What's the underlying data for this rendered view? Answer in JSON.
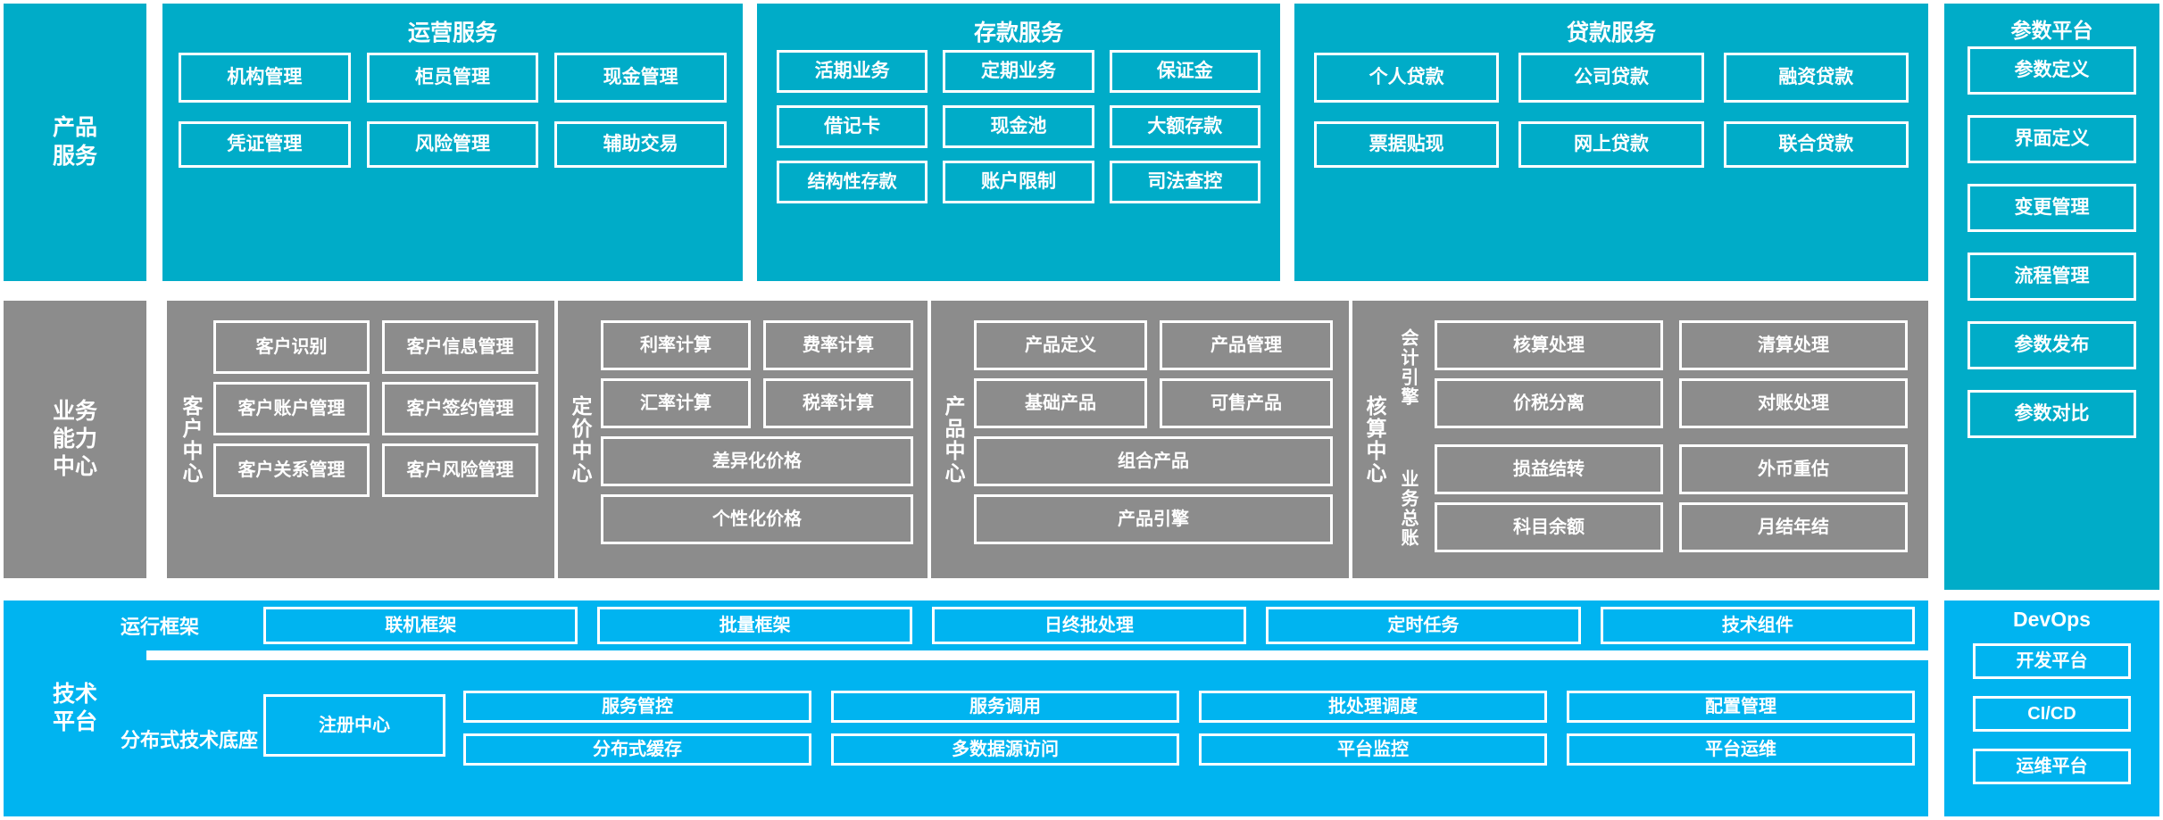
{
  "diagram": {
    "colors": {
      "teal": "#00ACC8",
      "gray": "#8C8C8C",
      "bright_cyan": "#00B4F0",
      "tile_border": "#FFFFFF",
      "text": "#FFFFFF",
      "background": "#FFFFFF"
    }
  },
  "rows": [
    {
      "id": "product-services",
      "side_label": "产品\n服务",
      "side_label_line1": "产品",
      "side_label_line2": "服务",
      "panels": [
        {
          "id": "operation-services",
          "title": "运营服务",
          "tiles": [
            "机构管理",
            "柜员管理",
            "现金管理",
            "凭证管理",
            "风险管理",
            "辅助交易"
          ]
        },
        {
          "id": "deposit-services",
          "title": "存款服务",
          "tiles": [
            "活期业务",
            "定期业务",
            "保证金",
            "借记卡",
            "现金池",
            "大额存款",
            "结构性存款",
            "账户限制",
            "司法查控"
          ]
        },
        {
          "id": "loan-services",
          "title": "贷款服务",
          "tiles": [
            "个人贷款",
            "公司贷款",
            "融资贷款",
            "票据贴现",
            "网上贷款",
            "联合贷款"
          ]
        }
      ]
    },
    {
      "id": "business-capability-center",
      "side_label_line1": "业务",
      "side_label_line2": "能力",
      "side_label_line3": "中心",
      "panels": [
        {
          "id": "customer-center",
          "vlabel": "客户中心",
          "tiles": [
            "客户识别",
            "客户信息管理",
            "客户账户管理",
            "客户签约管理",
            "客户关系管理",
            "客户风险管理"
          ]
        },
        {
          "id": "pricing-center",
          "vlabel": "定价中心",
          "tiles_top": [
            "利率计算",
            "费率计算",
            "汇率计算",
            "税率计算"
          ],
          "tiles_wide": [
            "差异化价格",
            "个性化价格"
          ]
        },
        {
          "id": "product-center",
          "vlabel": "产品中心",
          "tiles_top": [
            "产品定义",
            "产品管理",
            "基础产品",
            "可售产品"
          ],
          "tiles_wide": [
            "组合产品",
            "产品引擎"
          ]
        },
        {
          "id": "accounting-center",
          "vlabel": "核算中心",
          "sub_groups": [
            {
              "vlabel": "会计引擎",
              "tiles": [
                "核算处理",
                "清算处理",
                "价税分离",
                "对账处理"
              ]
            },
            {
              "vlabel": "业务总账",
              "tiles": [
                "损益结转",
                "外币重估",
                "科目余额",
                "月结年结"
              ]
            }
          ]
        }
      ]
    },
    {
      "id": "technology-platform",
      "side_label_line1": "技术",
      "side_label_line2": "平台",
      "run_framework": {
        "label": "运行框架",
        "tiles": [
          "联机框架",
          "批量框架",
          "日终批处理",
          "定时任务",
          "技术组件"
        ]
      },
      "distributed_base": {
        "label": "分布式技术底座",
        "anchor_tile": "注册中心",
        "tiles_row1": [
          "服务管控",
          "服务调用",
          "批处理调度",
          "配置管理"
        ],
        "tiles_row2": [
          "分布式缓存",
          "多数据源访问",
          "平台监控",
          "平台运维"
        ]
      }
    }
  ],
  "right_columns": [
    {
      "id": "parameter-platform",
      "title": "参数平台",
      "tiles": [
        "参数定义",
        "界面定义",
        "变更管理",
        "流程管理",
        "参数发布",
        "参数对比"
      ]
    },
    {
      "id": "devops",
      "title": "DevOps",
      "tiles": [
        "开发平台",
        "CI/CD",
        "运维平台"
      ]
    }
  ]
}
